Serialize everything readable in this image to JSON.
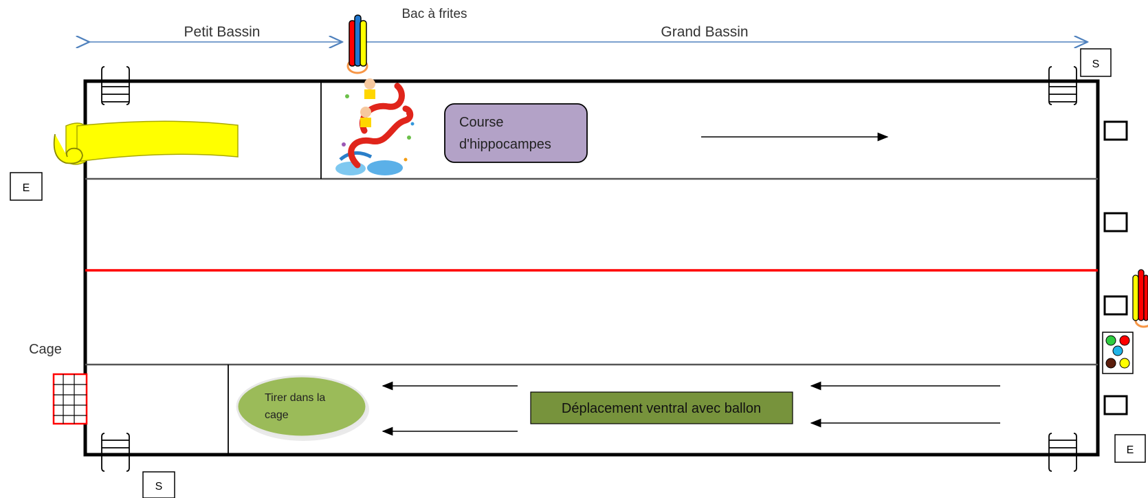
{
  "labels": {
    "petit_bassin": "Petit Bassin",
    "grand_bassin": "Grand Bassin",
    "bac_a_frites": "Bac à frites",
    "cage": "Cage"
  },
  "markers": {
    "entree": "E",
    "sortie": "S"
  },
  "activities": {
    "course_line1": "Course",
    "course_line2": "d'hippocampes",
    "deplacement": "Déplacement ventral avec ballon",
    "tirer_line1": "Tirer dans la",
    "tirer_line2": "cage"
  },
  "colors": {
    "course_box": "#b3a2c7",
    "deplacement_box": "#77933c",
    "tirer_ellipse": "#9bbb59",
    "center_line": "#ff0000",
    "arrow_blue": "#4f81bd",
    "float_yellow": "#ffff00",
    "cage_red": "#ff0000"
  }
}
